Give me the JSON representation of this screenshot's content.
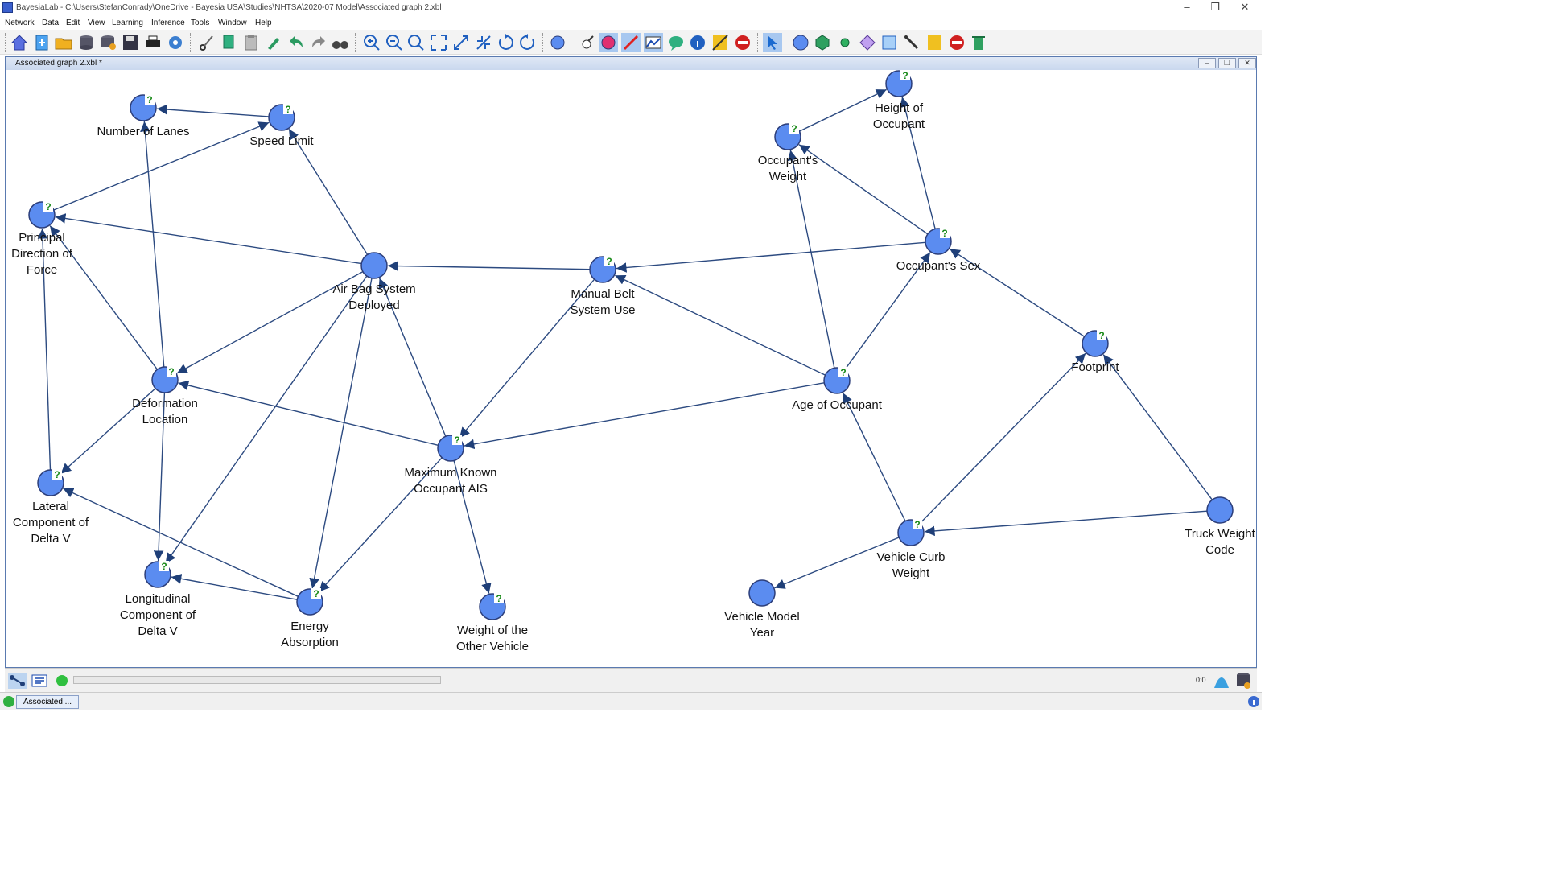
{
  "window": {
    "title": "BayesiaLab - C:\\Users\\StefanConrady\\OneDrive - Bayesia USA\\Studies\\NHTSA\\2020-07 Model\\Associated graph 2.xbl",
    "minimize": "–",
    "restore": "❐",
    "close": "✕"
  },
  "menu": [
    "Network",
    "Data",
    "Edit",
    "View",
    "Learning",
    "Inference",
    "Tools",
    "Window",
    "Help"
  ],
  "document": {
    "tab_title": "Associated graph 2.xbl *",
    "minimize": "–",
    "restore": "❐",
    "close": "✕"
  },
  "nodes": {
    "number_of_lanes": [
      "Number of Lanes"
    ],
    "speed_limit": [
      "Speed Limit"
    ],
    "principal_direction": [
      "Principal",
      "Direction of",
      "Force"
    ],
    "air_bag": [
      "Air Bag System",
      "Deployed"
    ],
    "manual_belt": [
      "Manual Belt",
      "System Use"
    ],
    "height_of_occupant": [
      "Height of",
      "Occupant"
    ],
    "occupants_weight": [
      "Occupant's",
      "Weight"
    ],
    "occupants_sex": [
      "Occupant's Sex"
    ],
    "footprint": [
      "Footprint"
    ],
    "deformation_location": [
      "Deformation",
      "Location"
    ],
    "age_of_occupant": [
      "Age of Occupant"
    ],
    "max_known_ais": [
      "Maximum Known",
      "Occupant AIS"
    ],
    "lateral_delta_v": [
      "Lateral",
      "Component of",
      "Delta V"
    ],
    "longitudinal_delta_v": [
      "Longitudinal",
      "Component of",
      "Delta V"
    ],
    "energy_absorption": [
      "Energy",
      "Absorption"
    ],
    "weight_other_vehicle": [
      "Weight of the",
      "Other Vehicle"
    ],
    "vehicle_model_year": [
      "Vehicle Model",
      "Year"
    ],
    "vehicle_curb_weight": [
      "Vehicle Curb",
      "Weight"
    ],
    "truck_weight_code": [
      "Truck Weight",
      "Code"
    ]
  },
  "node_marker": "?",
  "status": {
    "zoom_indicator": "0:0",
    "task_tab": "Associated ..."
  },
  "colors": {
    "node_fill": "#5b8cf0",
    "node_stroke": "#2c3e7a",
    "edge": "#2c4a80",
    "marker_text": "#1a8a1a"
  },
  "toolbar_icons": [
    "home-icon",
    "new-icon",
    "open-icon",
    "database-icon",
    "database-open-icon",
    "save-icon",
    "print-icon",
    "settings-icon",
    "cut-icon",
    "copy-icon",
    "paste-icon",
    "format-painter-icon",
    "undo-icon",
    "redo-icon",
    "binoculars-icon",
    "zoom-in-icon",
    "zoom-out-icon",
    "zoom-fit-icon",
    "fit-window-icon",
    "expand-icon",
    "collapse-icon",
    "rotate-left-icon",
    "rotate-right-icon",
    "node-type-icon",
    "monitor-icon",
    "target-node-icon",
    "arc-icon",
    "chart-icon",
    "comment-icon",
    "info-icon",
    "note-icon",
    "stop-icon",
    "select-tool-icon",
    "node-tool-icon",
    "constraint-node-icon",
    "small-node-icon",
    "decision-node-icon",
    "utility-node-icon",
    "arc-tool-icon",
    "note-tool-icon",
    "delete-tool-icon",
    "trash-icon"
  ]
}
